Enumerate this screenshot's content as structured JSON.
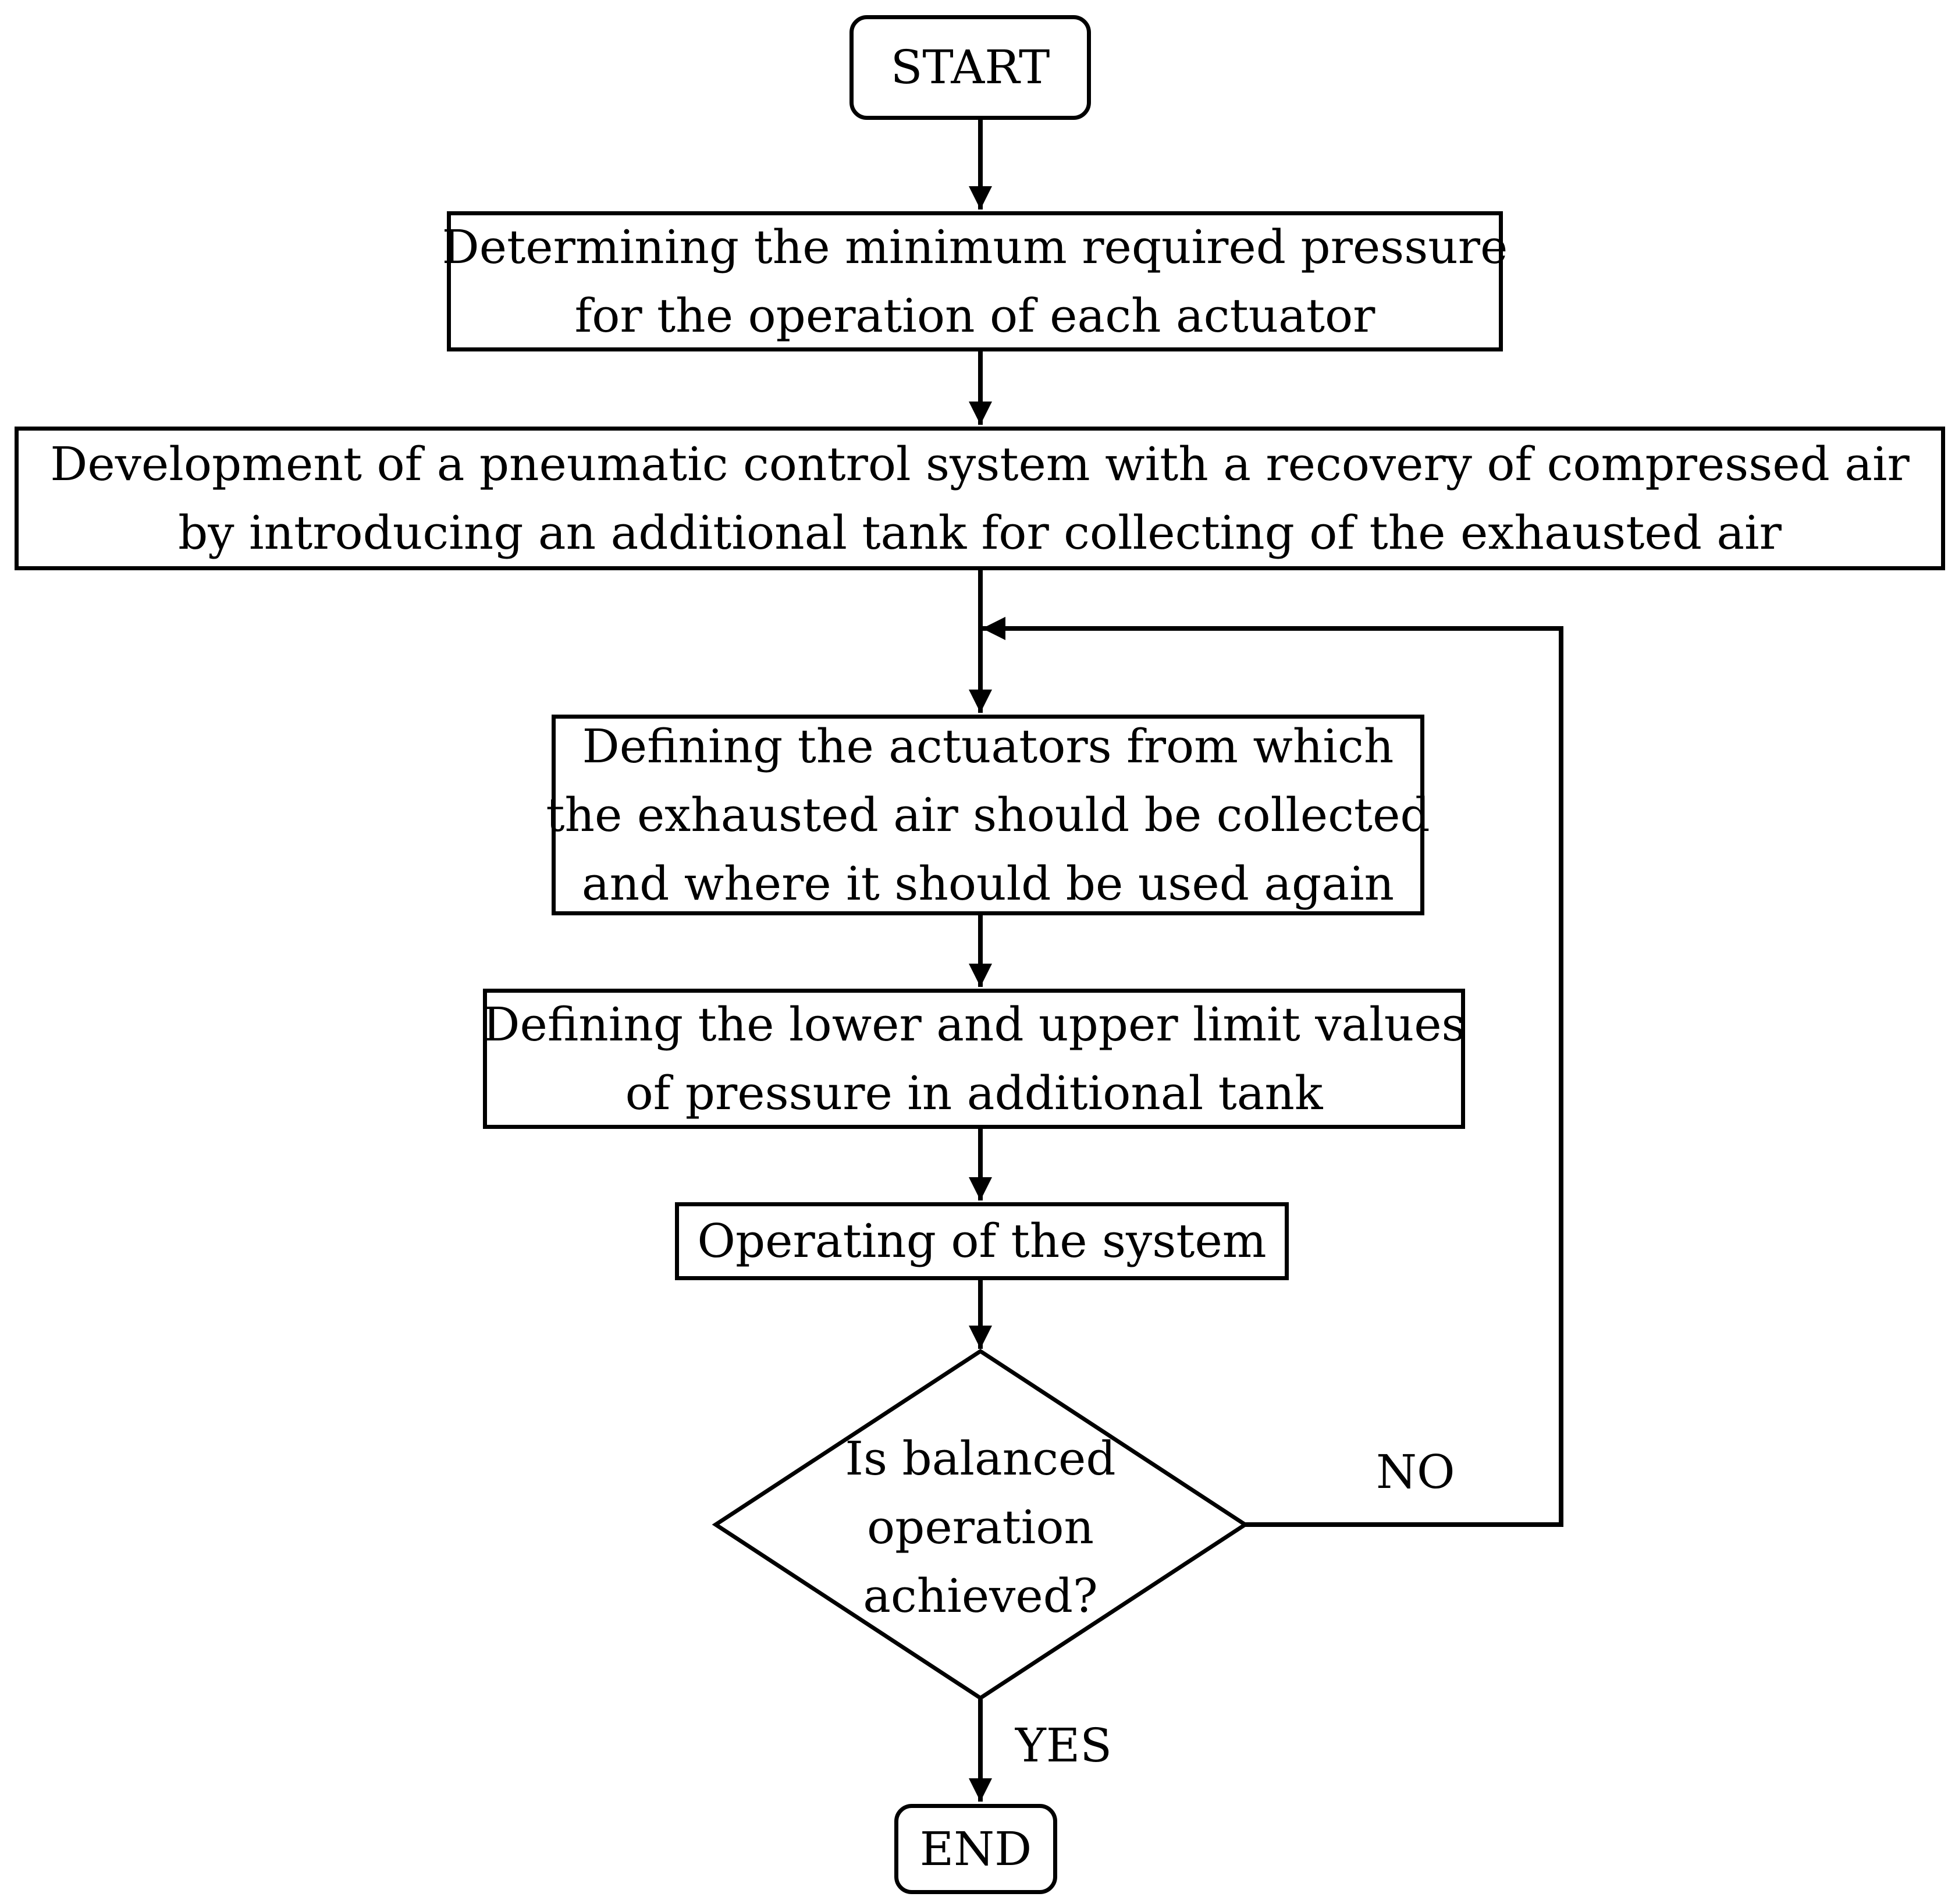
{
  "flowchart": {
    "start": {
      "label": "START"
    },
    "step1": {
      "lines": [
        "Determining the minimum required pressure",
        "for the operation of each actuator"
      ]
    },
    "step2": {
      "lines": [
        "Development of a pneumatic control system with a recovery of compressed air",
        "by introducing an additional tank for collecting of the exhausted air"
      ]
    },
    "step3": {
      "lines": [
        "Defining the actuators from which",
        "the exhausted air should be collected",
        "and where it should be used again"
      ]
    },
    "step4": {
      "lines": [
        "Defining the lower and upper limit values",
        "of pressure in additional tank"
      ]
    },
    "step5": {
      "lines": [
        "Operating of the system"
      ]
    },
    "decision": {
      "lines": [
        "Is balanced",
        "operation",
        "achieved?"
      ]
    },
    "edge_no": {
      "label": "NO"
    },
    "edge_yes": {
      "label": "YES"
    },
    "end": {
      "label": "END"
    }
  }
}
